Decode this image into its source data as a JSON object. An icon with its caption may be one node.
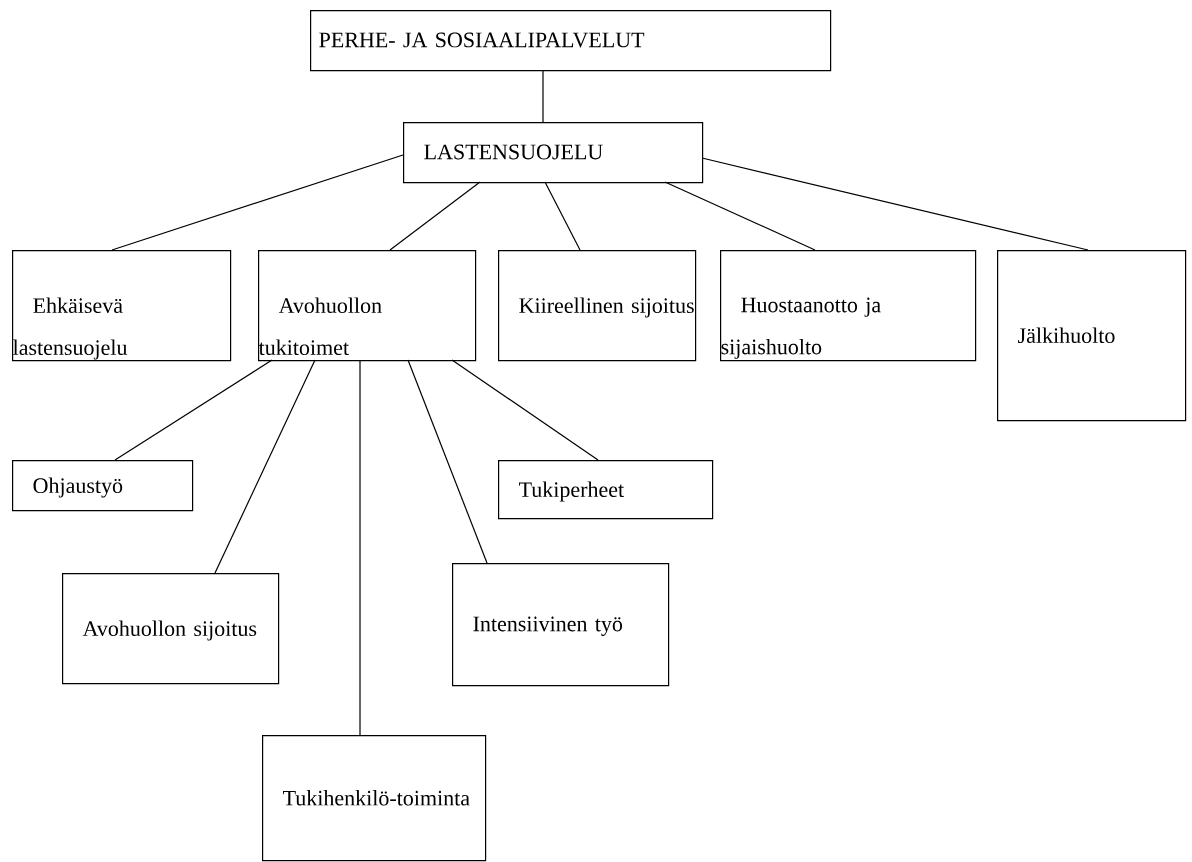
{
  "diagram": {
    "nodes": [
      {
        "text": [
          "PERHE- JA SOSIAALIPALVELUT"
        ]
      },
      {
        "text": [
          "LASTENSUOJELU"
        ]
      },
      {
        "text": [
          "Ehkäisevä lastensuojelu"
        ]
      },
      {
        "text": [
          "Avohuollon tukitoimet"
        ]
      },
      {
        "text": [
          "Kiireellinen sijoitus"
        ]
      },
      {
        "text": [
          "Huostaanotto ja sijaishuolto"
        ]
      },
      {
        "text": [
          "Jälkihuolto"
        ]
      },
      {
        "text": [
          "Ohjaustyö"
        ]
      },
      {
        "text": [
          "Tukiperheet"
        ]
      },
      {
        "text": [
          "Avohuollon sijoitus"
        ]
      },
      {
        "text": [
          "Intensiivinen työ"
        ]
      },
      {
        "text": [
          "Tukihenkilö-toiminta"
        ]
      }
    ],
    "edges": [
      {
        "from": 0,
        "to": 1,
        "arrow": "none"
      },
      {
        "from": 1,
        "to": 2,
        "arrow": "none"
      },
      {
        "from": 1,
        "to": 3,
        "arrow": "none"
      },
      {
        "from": 1,
        "to": 4,
        "arrow": "none"
      },
      {
        "from": 1,
        "to": 5,
        "arrow": "none"
      },
      {
        "from": 1,
        "to": 6,
        "arrow": "none"
      },
      {
        "from": 3,
        "to": 7,
        "arrow": "none"
      },
      {
        "from": 3,
        "to": 9,
        "arrow": "none"
      },
      {
        "from": 3,
        "to": 11,
        "arrow": "none"
      },
      {
        "from": 3,
        "to": 10,
        "arrow": "none"
      },
      {
        "from": 3,
        "to": 8,
        "arrow": "none"
      }
    ]
  }
}
